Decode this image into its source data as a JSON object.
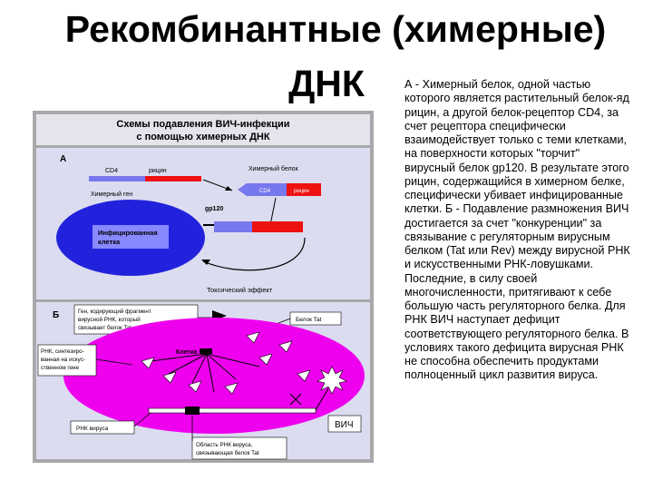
{
  "slide": {
    "title_line1": "Рекомбинантные (химерные)",
    "title_line2": "ДНК",
    "description": "А - Химерный белок, одной частью которого является растительный белок-яд рицин, а другой белок-рецептор CD4, за счет рецептора специфически взаимодействует только с теми клетками, на поверхности которых \"торчит\" вирусный белок gp120. В результате этого рицин, содержащийся в химерном белке, специфически убивает инфицированные клетки. Б - Подавление размножения ВИЧ достигается за счет \"конкуренции\" за связывание с регуляторным вирусным белком (Tat или Rev) между вирусной РНК и искусственными РНК-ловушками. Последние, в силу своей многочисленности, притягивают к себе большую часть регуляторного белка. Для РНК ВИЧ наступает дефицит соответствующего регуляторного белка. В условиях такого дефицита вирусная РНК не способна обеспечить продуктами полноценный цикл развития вируса."
  },
  "figure": {
    "header_line1": "Схемы подавления ВИЧ-инфекции",
    "header_line2": "с помощью химерных ДНК",
    "panel_a": {
      "letter": "А",
      "cd4": "CD4",
      "ricin": "рицин",
      "chimeric_gene": "Химерный ген",
      "chimeric_protein": "Химерный белок",
      "cd4_small": "CD4",
      "ricin_small": "рицин",
      "gp120": "gp120",
      "infected_cell_line1": "Инфицированная",
      "infected_cell_line2": "клетка",
      "toxic_effect": "Токсический эффект"
    },
    "panel_b": {
      "letter": "Б",
      "gene_note_line1": "Ген, кодирующий фрагмент",
      "gene_note_line2": "вирусной РНК, который",
      "gene_note_line3": "связывает белок Tat",
      "tat_protein": "Белок Tat",
      "rna_note_line1": "РНК, синтезиро-",
      "rna_note_line2": "ванная на искус-",
      "rna_note_line3": "ственном гене",
      "cell": "Клетка",
      "virus_rna": "РНК вируса",
      "hiv": "ВИЧ",
      "region_note_line1": "Область РНК вируса,",
      "region_note_line2": "связывающая белок Tat"
    },
    "colors": {
      "panel_bg": "#dcdcf0",
      "cell_a": "#2222dd",
      "cell_b": "#ee00ee",
      "red": "#ee1111",
      "blue_bar": "#7777ee"
    }
  }
}
